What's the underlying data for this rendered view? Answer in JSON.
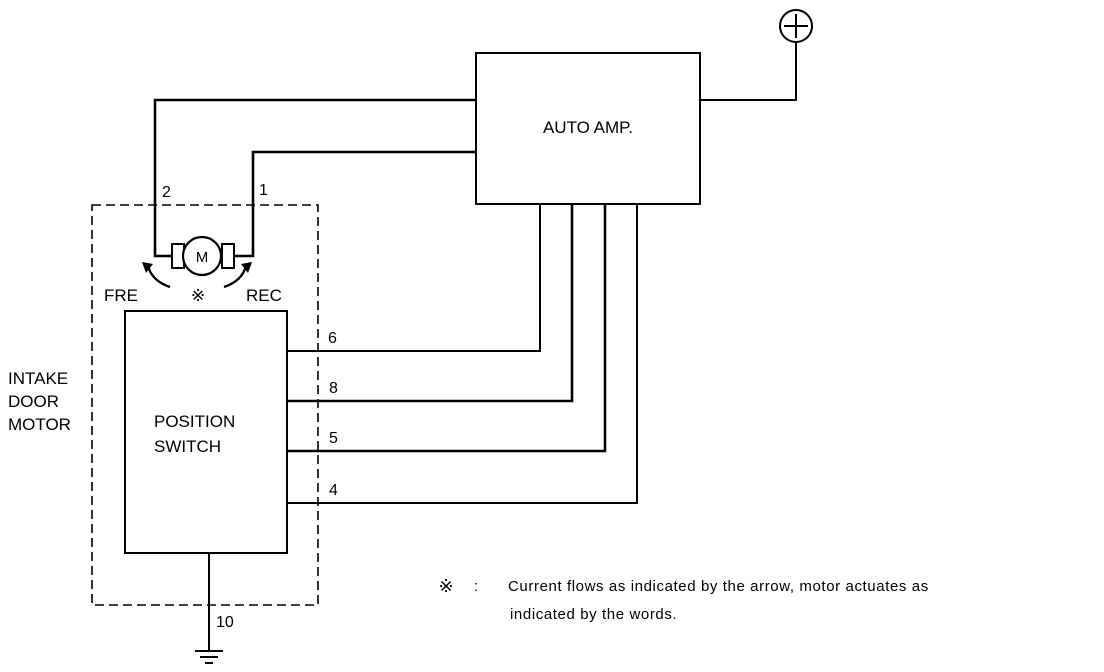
{
  "amp": {
    "label": "AUTO AMP."
  },
  "motor": {
    "symbol": "M",
    "label_lines": [
      "INTAKE",
      "DOOR",
      "MOTOR"
    ]
  },
  "switch": {
    "label_lines": [
      "POSITION",
      "SWITCH"
    ]
  },
  "terminals": {
    "t2": "2",
    "t1": "1",
    "t6": "6",
    "t8": "8",
    "t5": "5",
    "t4": "4",
    "t10": "10"
  },
  "directions": {
    "fre": "FRE",
    "rec": "REC"
  },
  "note": {
    "mark": "※",
    "separator": ":",
    "line1": "Current flows as indicated by the arrow, motor actuates as",
    "line2": "indicated by the words."
  },
  "icons": {
    "power": "plus-terminal-icon",
    "ground": "ground-icon",
    "motor": "motor-icon"
  }
}
